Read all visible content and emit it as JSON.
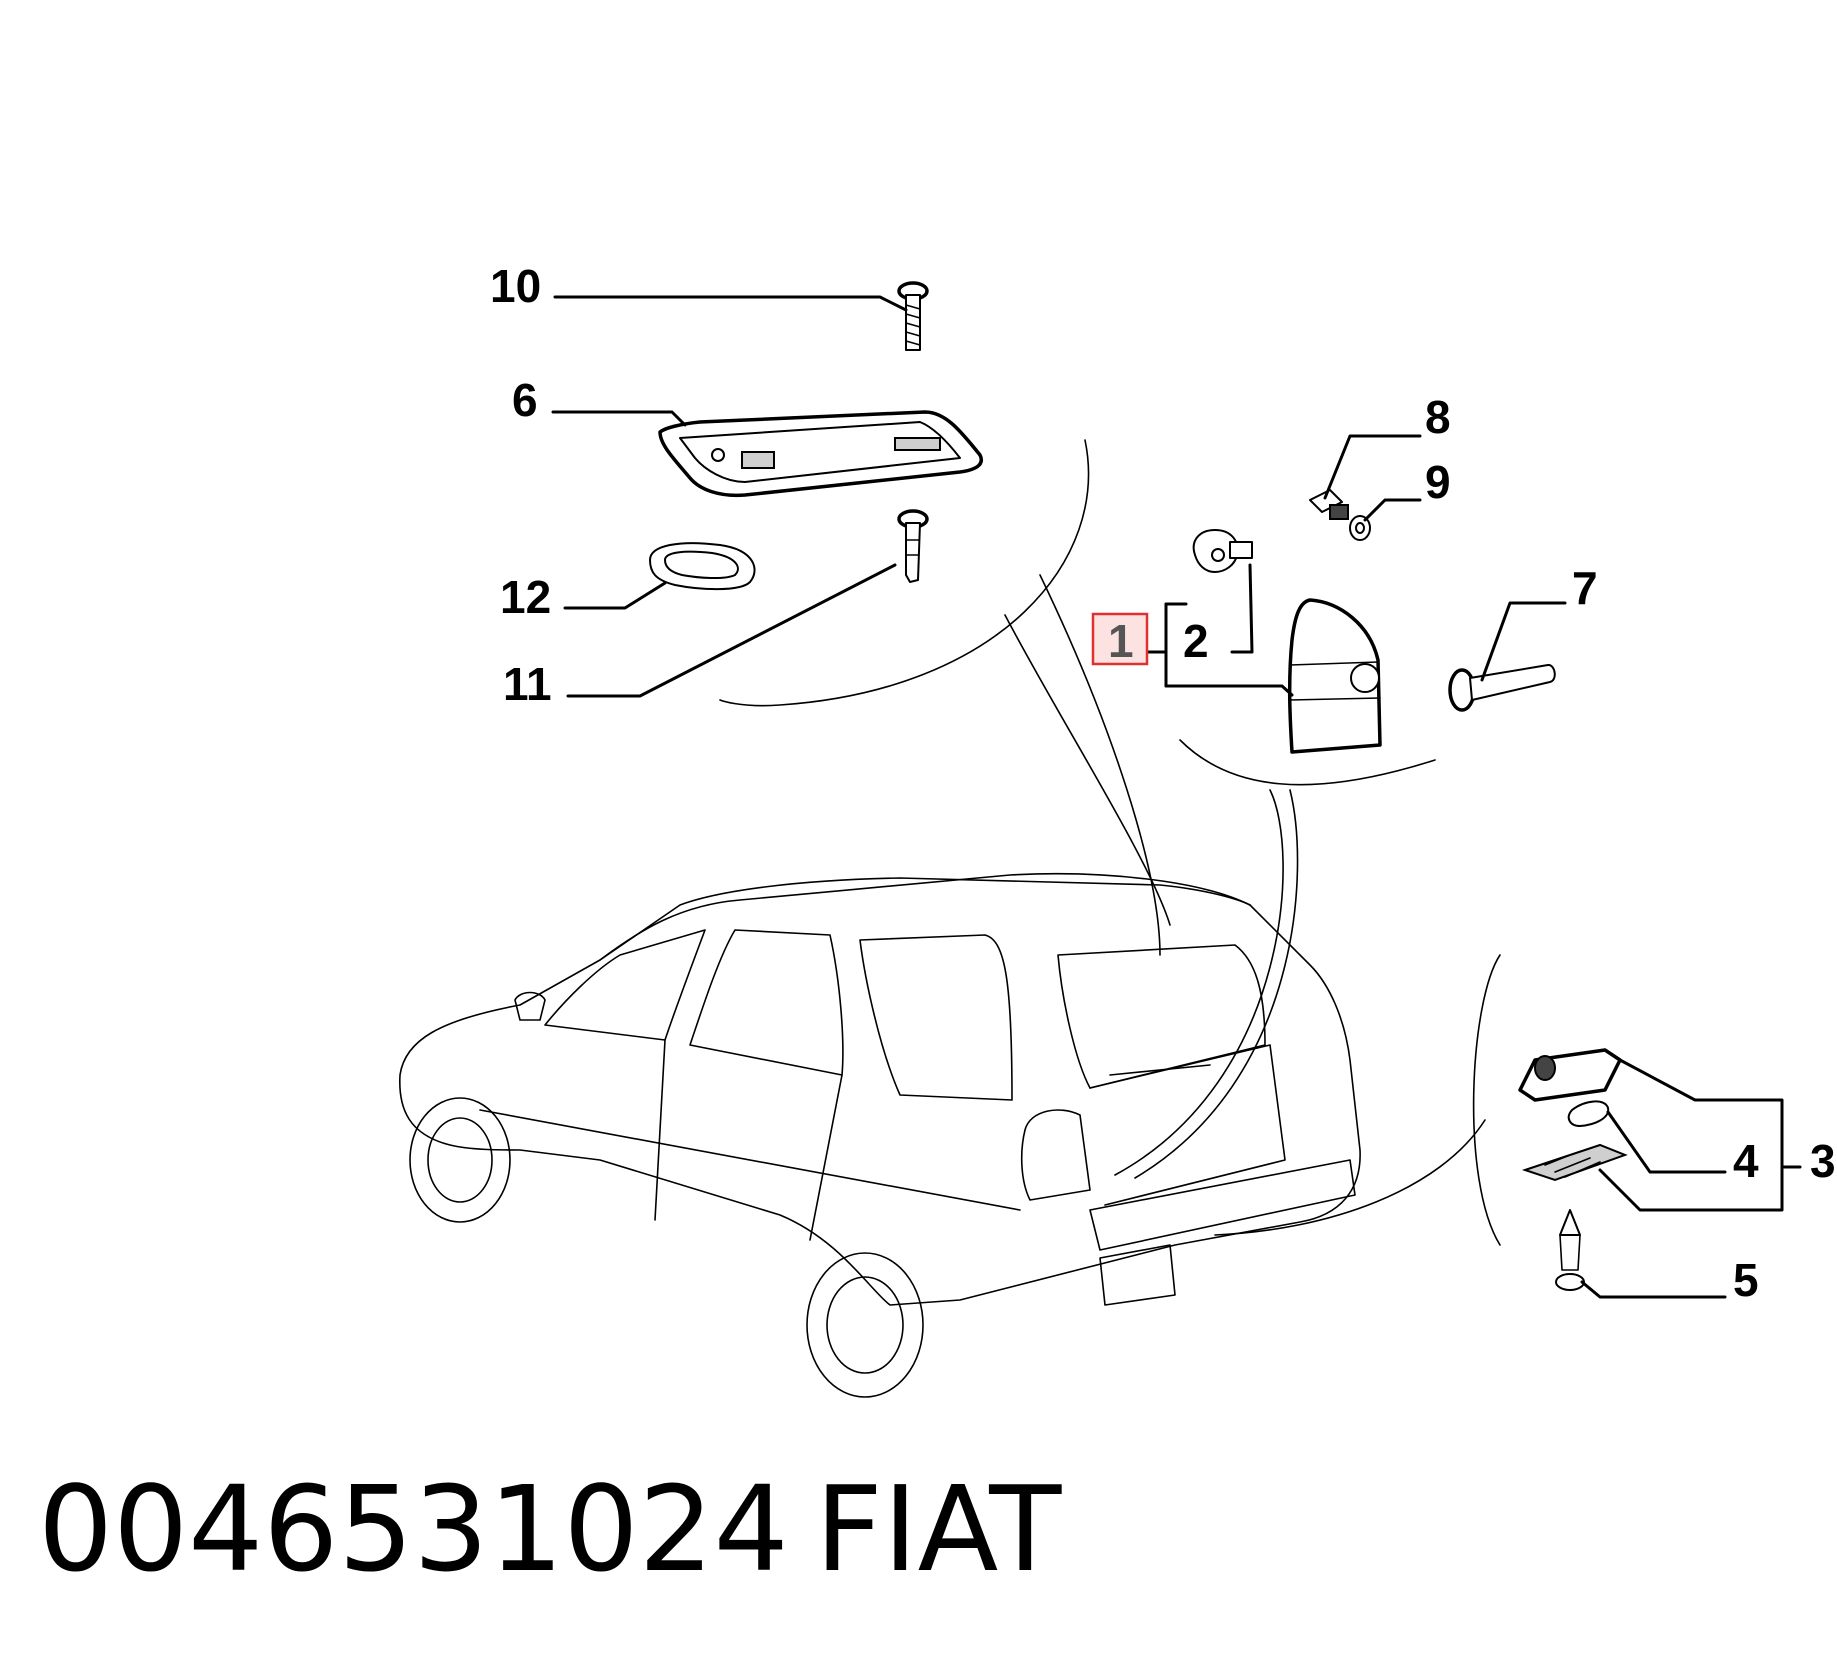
{
  "callouts": {
    "c1": "1",
    "c2": "2",
    "c3": "3",
    "c4": "4",
    "c5": "5",
    "c6": "6",
    "c7": "7",
    "c8": "8",
    "c9": "9",
    "c10": "10",
    "c11": "11",
    "c12": "12"
  },
  "highlight": {
    "callout": "1",
    "color": "#e03030",
    "fill": "#fde2e2"
  },
  "caption": {
    "part_number": "0046531024",
    "brand": "FIAT"
  }
}
